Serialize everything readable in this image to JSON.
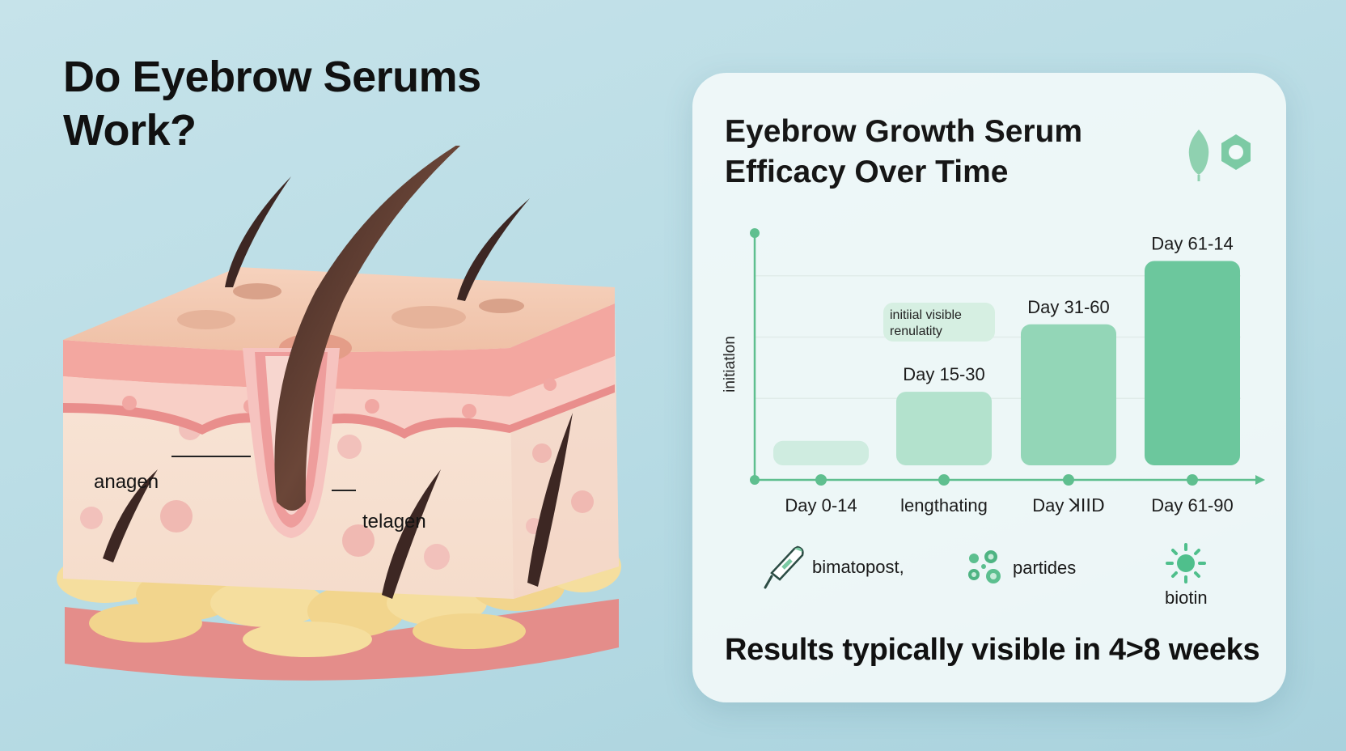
{
  "page": {
    "title_line1": "Do Eyebrow Serums",
    "title_line2": "Work?"
  },
  "illustration": {
    "label_left": "anagen",
    "label_right": "telagen"
  },
  "card": {
    "title_line1": "Eyebrow Growth Serum",
    "title_line2": "Efficacy Over Time",
    "logo_icon": "leaf-hexagon-logo-icon"
  },
  "chart_data": {
    "type": "bar",
    "title": "Eyebrow Growth Serum Efficacy Over Time",
    "ylabel": "initiatlon",
    "xlabel": "",
    "categories": [
      "Day 0-14",
      "lengthating",
      "Day ꓘꓲꓲꓓ",
      "Day 61-90"
    ],
    "bar_labels": [
      "",
      "Day 15-30",
      "Day 31-60",
      "Day 61-14"
    ],
    "values": [
      1.2,
      3.6,
      6.9,
      10
    ],
    "ylim": [
      0,
      12
    ],
    "annotation": "initiial visible renulatity",
    "grid": true,
    "colors": [
      "#cfece0",
      "#b3e2cd",
      "#93d6b7",
      "#6cc79d"
    ],
    "axis_color": "#5fbf8f"
  },
  "ingredients": [
    {
      "label": "bimatopost,",
      "icon": "dropper-icon"
    },
    {
      "label": "partides",
      "icon": "particles-icon"
    },
    {
      "label": "biotin",
      "icon": "biotin-sun-icon"
    }
  ],
  "footer": {
    "text": "Results typically visible in 4>8 weeks"
  }
}
